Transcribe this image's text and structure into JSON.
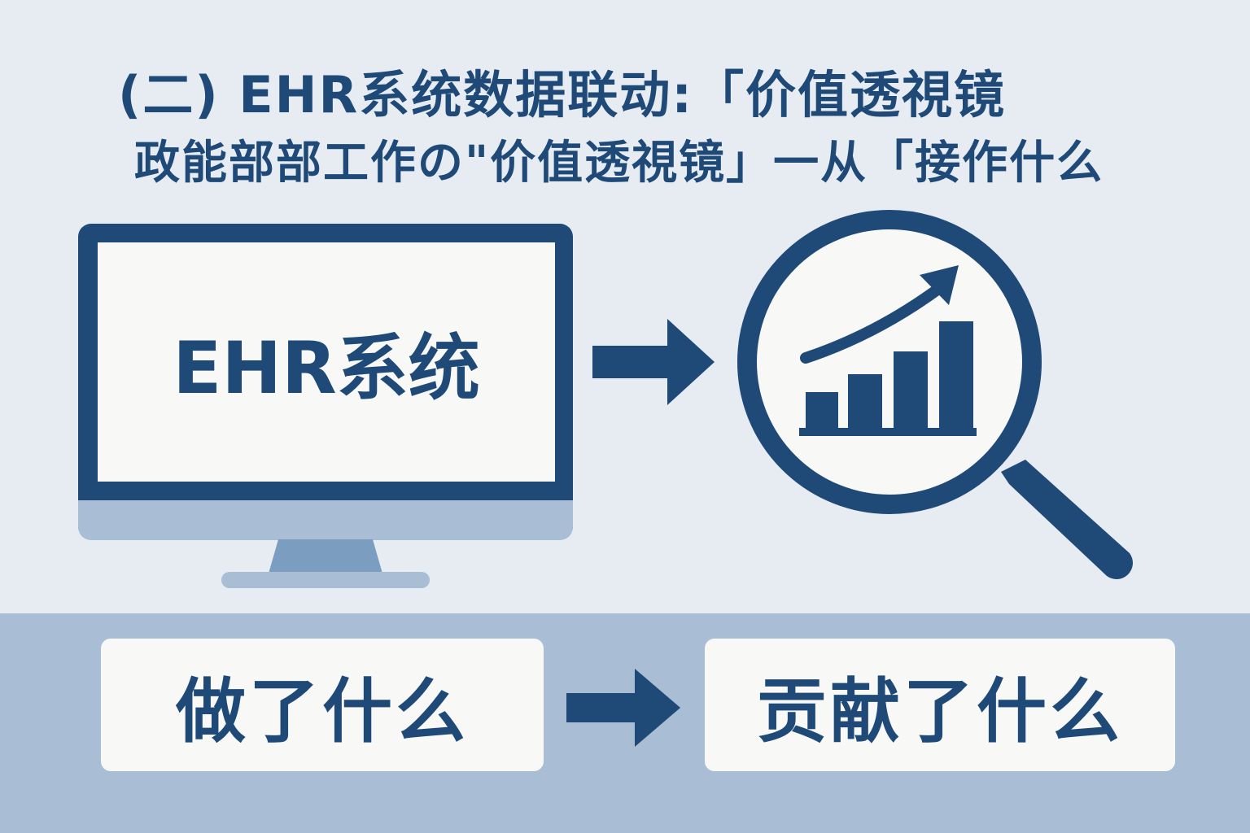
{
  "title": {
    "line1": "(二) EHR系统数据联动:「价值透視镜",
    "line2": "政能部部工作の\"价值透視镜」一从「接作什么"
  },
  "monitor": {
    "label": "EHR系统"
  },
  "flow": {
    "from": "做了什么",
    "to": "贡献了什么"
  },
  "colors": {
    "primary": "#1f4a78",
    "background": "#e7ecf2",
    "band": "#a9bdd4",
    "panel": "#f8f8f6"
  }
}
